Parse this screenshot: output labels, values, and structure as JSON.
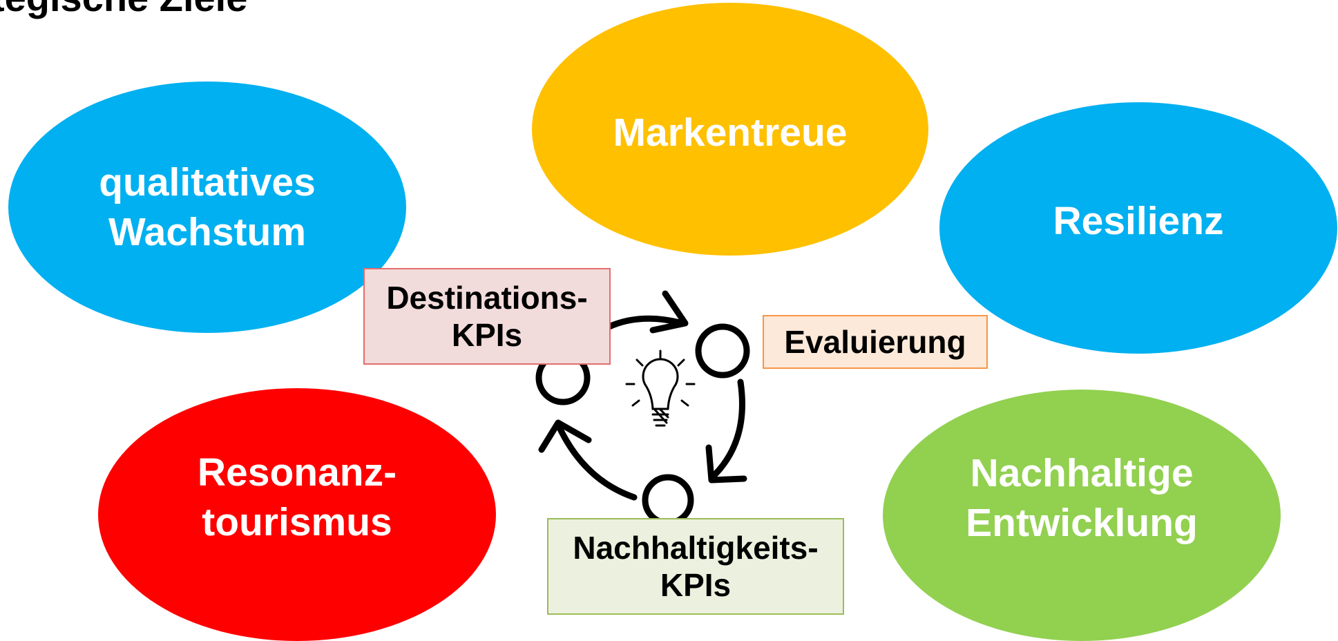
{
  "heading": "tegische Ziele",
  "goals": {
    "qualitative_growth": {
      "label": "qualitatives\nWachstum",
      "color": "#00B0F0"
    },
    "brand_loyalty": {
      "label": "Markentreue",
      "color": "#FFC000"
    },
    "resilience": {
      "label": "Resilienz",
      "color": "#00B0F0"
    },
    "resonance_tourism": {
      "label": "Resonanz-\ntourismus",
      "color": "#FF0000"
    },
    "sustainable_development": {
      "label": "Nachhaltige\nEntwicklung",
      "color": "#92D050"
    }
  },
  "cycle": {
    "destination_kpis": {
      "label": "Destinations-\nKPIs",
      "fill": "#F2DCDB",
      "border": "#E46C6C"
    },
    "evaluation": {
      "label": "Evaluierung",
      "fill": "#FDE9D9",
      "border": "#F79646"
    },
    "sustainability_kpis": {
      "label": "Nachhaltigkeits-\nKPIs",
      "fill": "#EBF1DE",
      "border": "#9BBB59"
    },
    "center_icon": "lightbulb-icon"
  }
}
